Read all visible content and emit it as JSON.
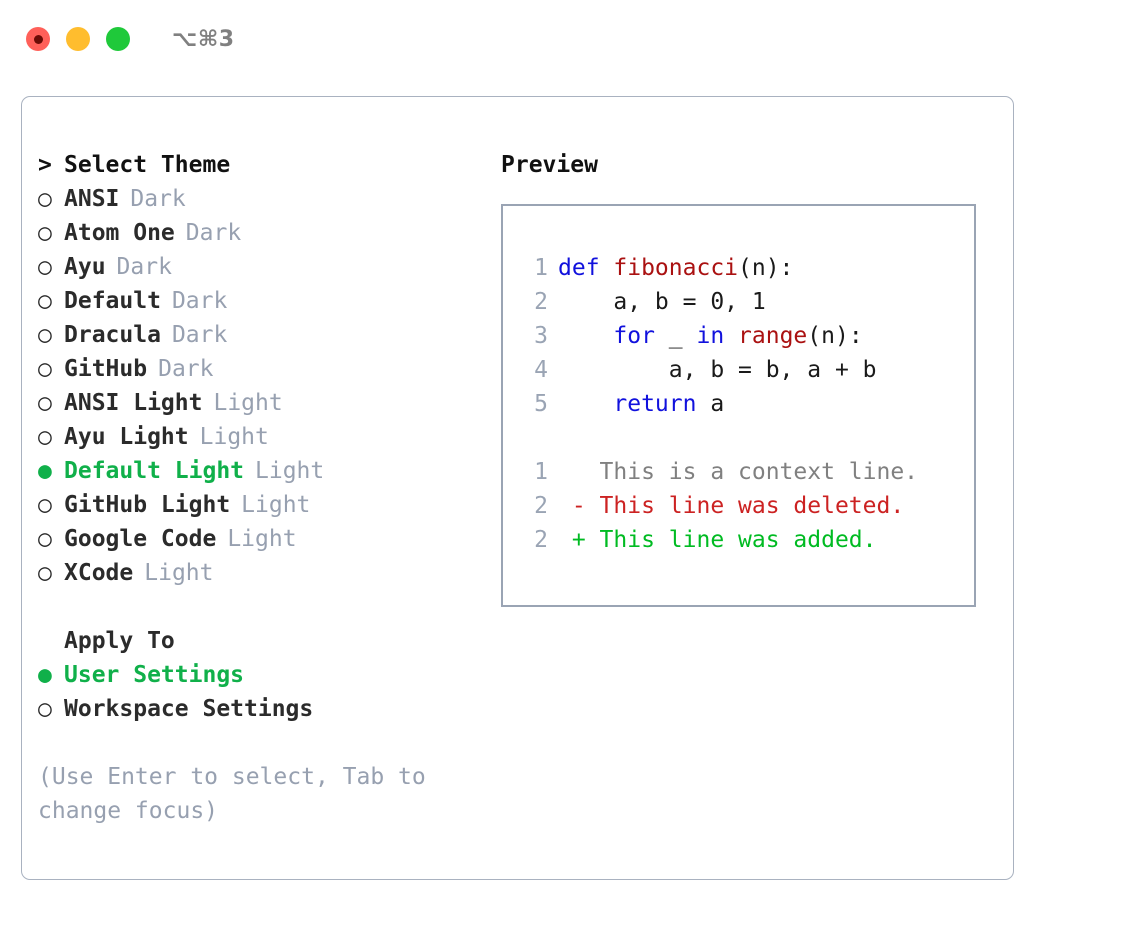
{
  "window": {
    "title": "⌥⌘3",
    "traffic_lights": [
      {
        "name": "close",
        "color": "#ff6059"
      },
      {
        "name": "minimize",
        "color": "#ffbd2e"
      },
      {
        "name": "maximize",
        "color": "#1fc93a"
      }
    ]
  },
  "colors": {
    "accent_green": "#10b04a",
    "muted_gray": "#97a0b0",
    "panel_border": "#a9b2c0",
    "preview_border": "#9aa4b4",
    "keyword_blue": "#1111dd",
    "function_red": "#aa1111",
    "diff_add_green": "#00bb22",
    "diff_del_red": "#cc2222",
    "diff_context_gray": "#808080"
  },
  "theme_picker": {
    "header_marker": ">",
    "header_label": "Select Theme",
    "marker_unselected": "○",
    "marker_selected": "●",
    "items": [
      {
        "label": "ANSI",
        "kind": "Dark",
        "selected": false
      },
      {
        "label": "Atom One",
        "kind": "Dark",
        "selected": false
      },
      {
        "label": "Ayu",
        "kind": "Dark",
        "selected": false
      },
      {
        "label": "Default",
        "kind": "Dark",
        "selected": false
      },
      {
        "label": "Dracula",
        "kind": "Dark",
        "selected": false
      },
      {
        "label": "GitHub",
        "kind": "Dark",
        "selected": false
      },
      {
        "label": "ANSI Light",
        "kind": "Light",
        "selected": false
      },
      {
        "label": "Ayu Light",
        "kind": "Light",
        "selected": false
      },
      {
        "label": "Default Light",
        "kind": "Light",
        "selected": true
      },
      {
        "label": "GitHub Light",
        "kind": "Light",
        "selected": false
      },
      {
        "label": "Google Code",
        "kind": "Light",
        "selected": false
      },
      {
        "label": "XCode",
        "kind": "Light",
        "selected": false
      }
    ]
  },
  "apply_to": {
    "label": "Apply To",
    "options": [
      {
        "label": "User Settings",
        "selected": true
      },
      {
        "label": "Workspace Settings",
        "selected": false
      }
    ]
  },
  "hint": {
    "line1": "(Use Enter to select, Tab to",
    "line2": "change focus)"
  },
  "preview": {
    "heading": "Preview",
    "code_lines": [
      {
        "no": "1",
        "tokens": [
          {
            "t": "def ",
            "c": "kw"
          },
          {
            "t": "fibonacci",
            "c": "fn"
          },
          {
            "t": "(n):",
            "c": "plain"
          }
        ]
      },
      {
        "no": "2",
        "tokens": [
          {
            "t": "    a, b = 0, 1",
            "c": "plain"
          }
        ]
      },
      {
        "no": "3",
        "tokens": [
          {
            "t": "    ",
            "c": "plain"
          },
          {
            "t": "for",
            "c": "kw"
          },
          {
            "t": " _ ",
            "c": "plain"
          },
          {
            "t": "in",
            "c": "kw"
          },
          {
            "t": " ",
            "c": "plain"
          },
          {
            "t": "range",
            "c": "fn"
          },
          {
            "t": "(n):",
            "c": "plain"
          }
        ]
      },
      {
        "no": "4",
        "tokens": [
          {
            "t": "        a, b = b, a + b",
            "c": "plain"
          }
        ]
      },
      {
        "no": "5",
        "tokens": [
          {
            "t": "    ",
            "c": "plain"
          },
          {
            "t": "return",
            "c": "kw"
          },
          {
            "t": " a",
            "c": "plain"
          }
        ]
      }
    ],
    "diff_lines": [
      {
        "no": "1",
        "sign": " ",
        "text": "This is a context line.",
        "kind": "context"
      },
      {
        "no": "2",
        "sign": "-",
        "text": "This line was deleted.",
        "kind": "del"
      },
      {
        "no": "2",
        "sign": "+",
        "text": "This line was added.",
        "kind": "add"
      }
    ]
  }
}
